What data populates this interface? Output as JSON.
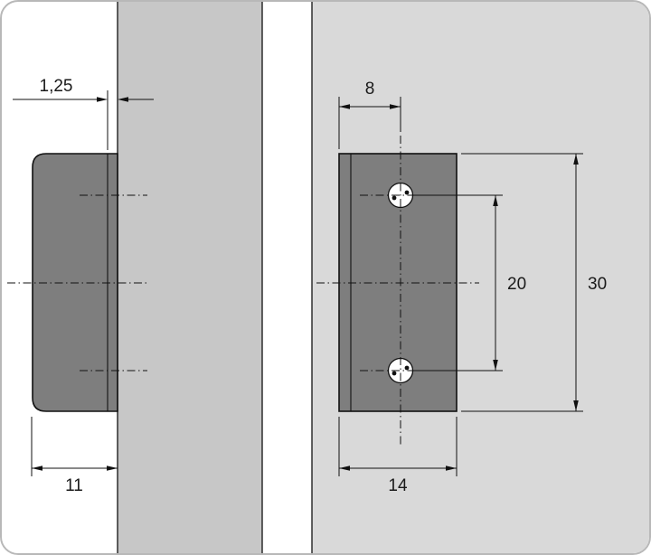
{
  "drawing": {
    "dim_labels": {
      "offset": "1,25",
      "depth": "11",
      "top_hole": "8",
      "hole_spacing": "20",
      "height": "30",
      "width": "14"
    },
    "colors": {
      "part_fill": "#7e7e7e",
      "panel_left_fill": "#c7c7c7",
      "panel_right_fill": "#d9d9d9",
      "outline": "#111111",
      "background": "#ffffff",
      "border": "#b8b8b8"
    }
  }
}
